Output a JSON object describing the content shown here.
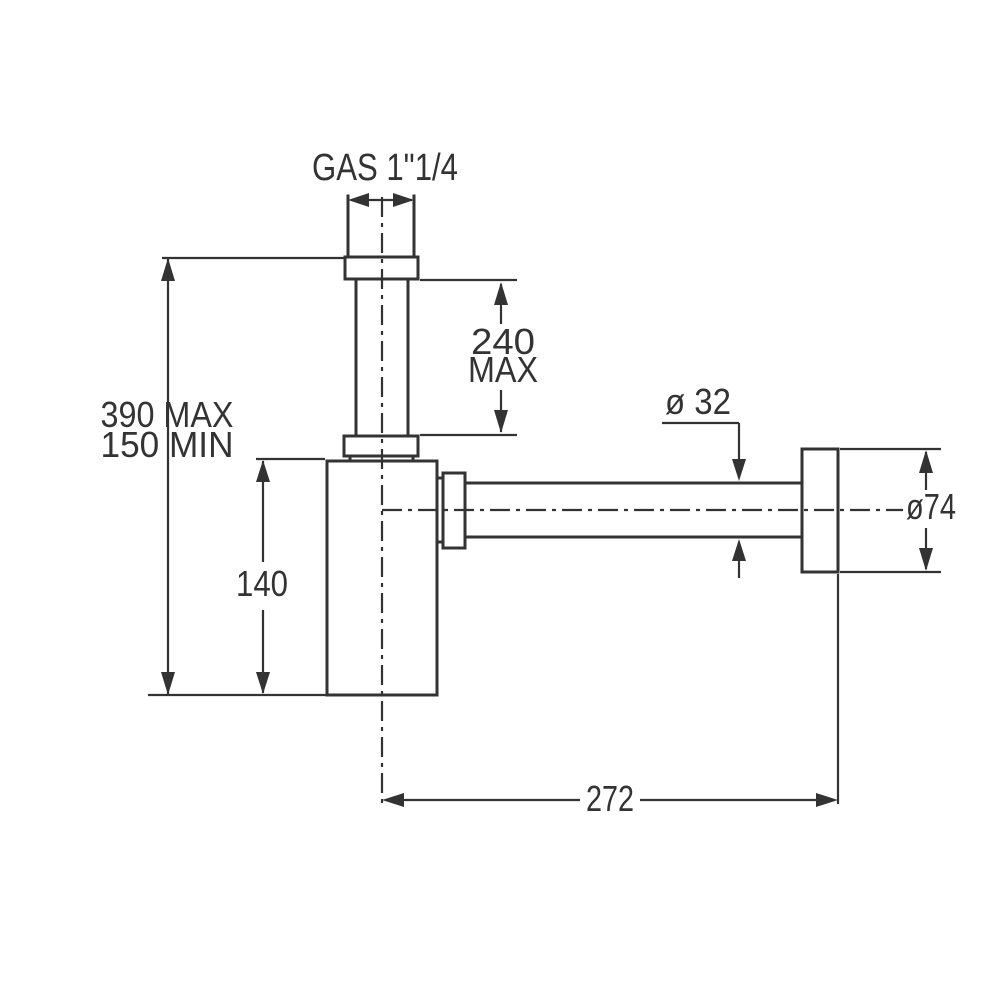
{
  "labels": {
    "thread_size": "GAS 1\"1/4",
    "height_max": "390 MAX",
    "height_min": "150 MIN",
    "body_height": "140",
    "tail_length_value": "240",
    "tail_length_suffix": "MAX",
    "pipe_diameter": "ø 32",
    "rosette_diameter": "ø74",
    "wall_offset": "272"
  },
  "colors": {
    "line": "#333333",
    "background": "#ffffff"
  }
}
